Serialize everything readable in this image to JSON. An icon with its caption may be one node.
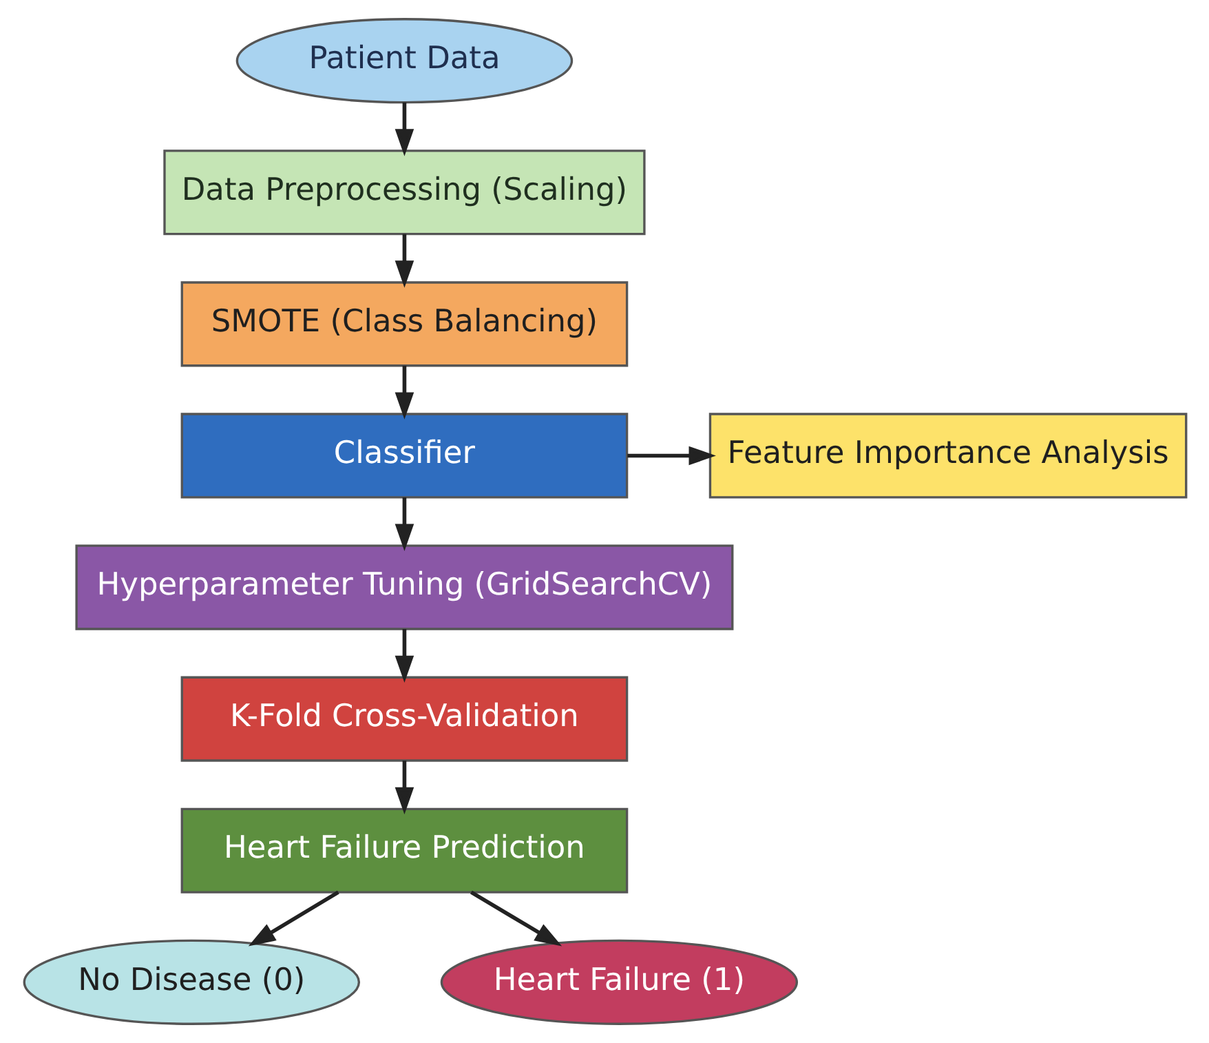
{
  "diagram": {
    "nodes": [
      {
        "text": [
          "Patient Data"
        ]
      },
      {
        "text": [
          "Data Preprocessing (Scaling)"
        ]
      },
      {
        "text": [
          "SMOTE (Class Balancing)"
        ]
      },
      {
        "text": [
          "Classifier"
        ]
      },
      {
        "text": [
          "Feature Importance Analysis"
        ]
      },
      {
        "text": [
          "Hyperparameter Tuning (GridSearchCV)"
        ]
      },
      {
        "text": [
          "K-Fold Cross-Validation"
        ]
      },
      {
        "text": [
          "Heart Failure Prediction"
        ]
      },
      {
        "text": [
          "No Disease (0)"
        ]
      },
      {
        "text": [
          "Heart Failure (1)"
        ]
      }
    ],
    "edges": [
      {
        "from": 0,
        "to": 1,
        "arrow": "to"
      },
      {
        "from": 1,
        "to": 2,
        "arrow": "to"
      },
      {
        "from": 2,
        "to": 3,
        "arrow": "to"
      },
      {
        "from": 3,
        "to": 4,
        "arrow": "to"
      },
      {
        "from": 3,
        "to": 5,
        "arrow": "to"
      },
      {
        "from": 5,
        "to": 6,
        "arrow": "to"
      },
      {
        "from": 6,
        "to": 7,
        "arrow": "to"
      },
      {
        "from": 7,
        "to": 8,
        "arrow": "to"
      },
      {
        "from": 7,
        "to": 9,
        "arrow": "to"
      }
    ]
  }
}
